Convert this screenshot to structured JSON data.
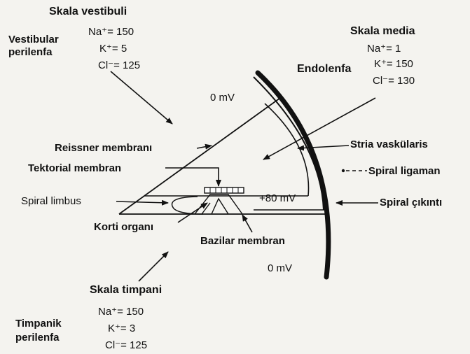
{
  "compartments": {
    "vestibuli": {
      "title": "Skala vestibuli",
      "fluid_line1": "Vestibular",
      "fluid_line2": "perilenfa",
      "ions": [
        "Na⁺= 150",
        "K⁺= 5",
        "Cl⁻= 125"
      ]
    },
    "media": {
      "title": "Skala media",
      "fluid": "Endolenfa",
      "ions": [
        "Na⁺= 1",
        "K⁺= 150",
        "Cl⁻= 130"
      ]
    },
    "timpani": {
      "title": "Skala timpani",
      "fluid_line1": "Timpanik",
      "fluid_line2": "perilenfa",
      "ions": [
        "Na⁺= 150",
        "K⁺= 3",
        "Cl⁻= 125"
      ]
    }
  },
  "potentials": {
    "vestibuli": "0 mV",
    "media": "+80 mV",
    "timpani": "0 mV"
  },
  "structures": {
    "reissner": "Reissner membranı",
    "tektorial": "Tektorial membran",
    "spiral_limbus": "Spiral limbus",
    "korti": "Korti organı",
    "bazilar": "Bazilar membran",
    "stria": "Stria vaskülaris",
    "spiral_ligaman": "Spiral ligaman",
    "spiral_cikinti": "Spiral çıkıntı"
  },
  "colors": {
    "ink": "#111111",
    "paper": "#f4f3ef"
  }
}
